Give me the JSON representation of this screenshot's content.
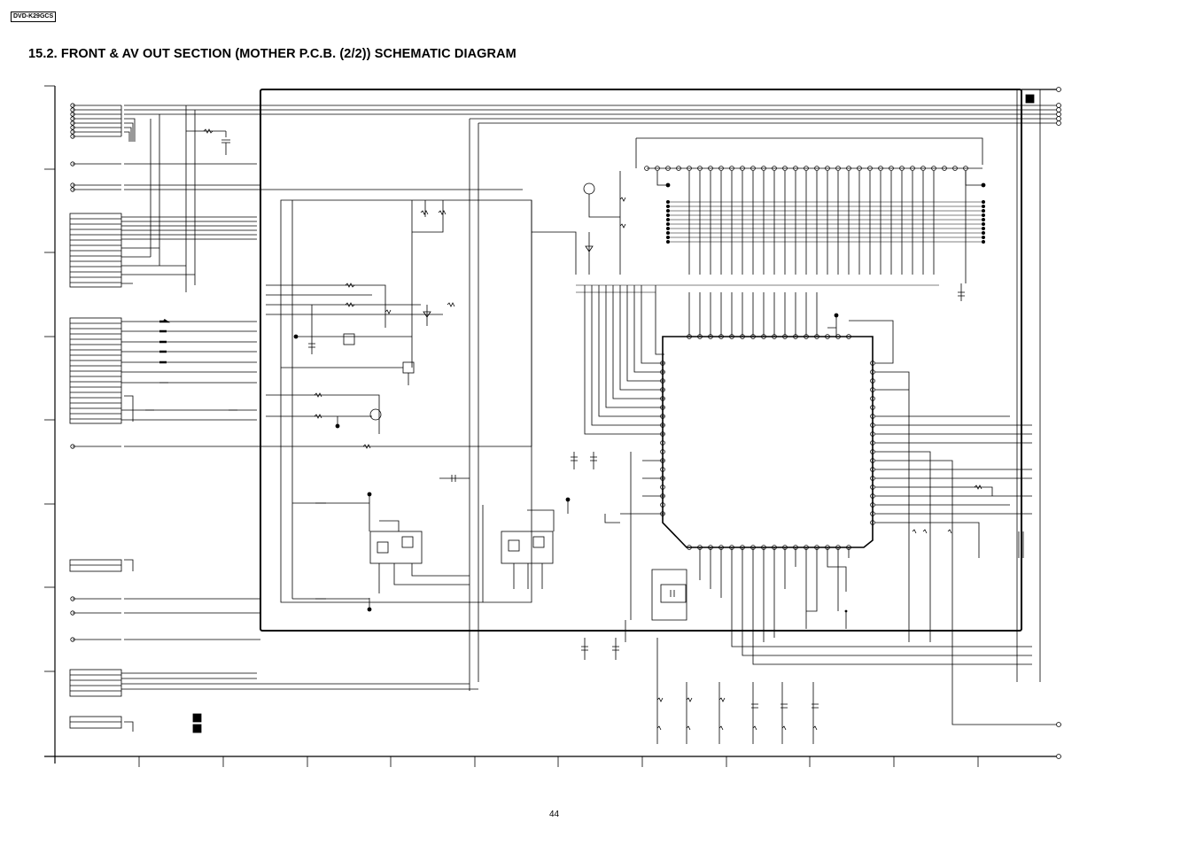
{
  "header": {
    "model_code": "DVD-K29GCS",
    "section_title": "15.2.  FRONT & AV OUT SECTION (MOTHER P.C.B. (2/2)) SCHEMATIC DIAGRAM"
  },
  "footer": {
    "page_number": "44"
  },
  "colors": {
    "ink": "#000000",
    "paper": "#ffffff"
  }
}
